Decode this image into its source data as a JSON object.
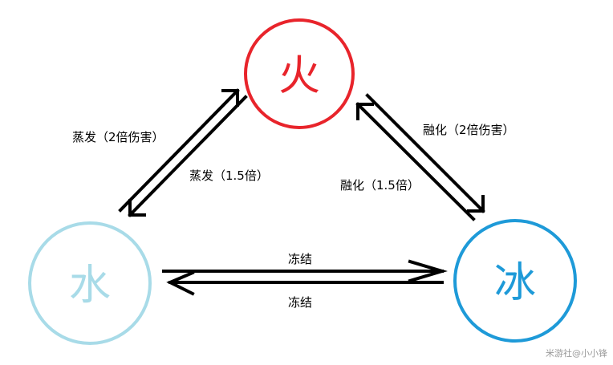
{
  "nodes": {
    "fire": {
      "label": "火",
      "color": "#e8242b"
    },
    "water": {
      "label": "水",
      "color": "#a8dbe8"
    },
    "ice": {
      "label": "冰",
      "color": "#1e9ad8"
    }
  },
  "edges": {
    "water_to_fire": "蒸发（2倍伤害）",
    "fire_to_water": "蒸发（1.5倍）",
    "fire_to_ice": "融化（2倍伤害）",
    "ice_to_fire": "融化（1.5倍）",
    "water_to_ice": "冻结",
    "ice_to_water": "冻结"
  },
  "watermark": "米游社@小小锋",
  "arrow_color": "#000000"
}
